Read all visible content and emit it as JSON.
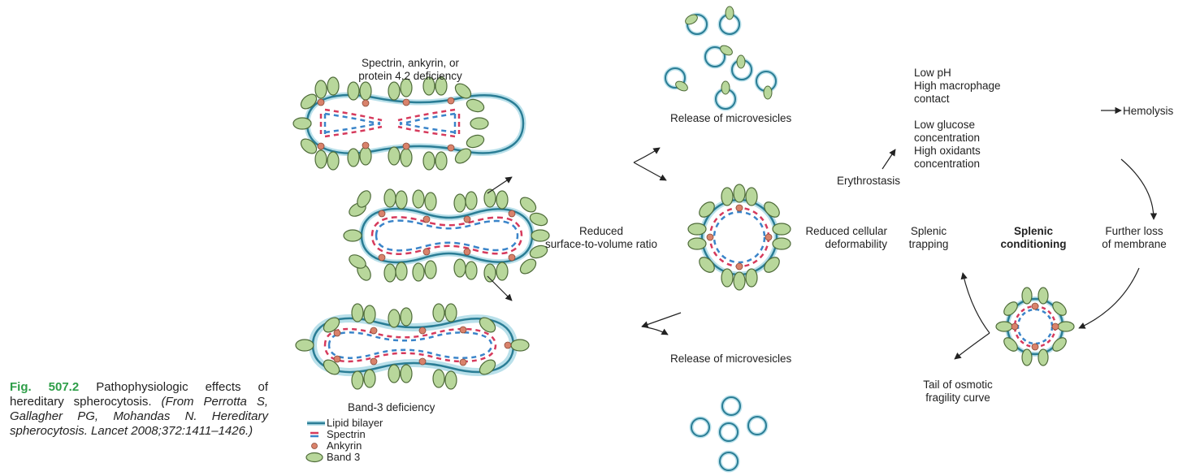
{
  "caption": {
    "figure_number": "Fig. 507.2",
    "text": "Pathophysiologic effects of hereditary spherocytosis.",
    "citation": "(From Perrotta S, Gallagher PG, Mohandas N. Hereditary spherocytosis. Lancet 2008;372:1411–1426.)"
  },
  "labels": {
    "spectrin_deficiency_1": "Spectrin, ankyrin, or",
    "spectrin_deficiency_2": "protein 4.2 deficiency",
    "release_top": "Release of microvesicles",
    "release_bottom": "Release of microvesicles",
    "reduced_ratio_1": "Reduced",
    "reduced_ratio_2": "surface-to-volume ratio",
    "reduced_deform_1": "Reduced cellular",
    "reduced_deform_2": "deformability",
    "band3_deficiency": "Band-3 deficiency",
    "low_ph": "Low pH",
    "macrophage_1": "High macrophage",
    "macrophage_2": "contact",
    "low_glucose_1": "Low glucose",
    "low_glucose_2": "concentration",
    "oxidants_1": "High oxidants",
    "oxidants_2": "concentration",
    "hemolysis": "Hemolysis",
    "erythrostasis": "Erythrostasis",
    "splenic_trapping_1": "Splenic",
    "splenic_trapping_2": "trapping",
    "splenic_conditioning_1": "Splenic",
    "splenic_conditioning_2": "conditioning",
    "further_loss_1": "Further loss",
    "further_loss_2": "of membrane",
    "tail_1": "Tail of osmotic",
    "tail_2": "fragility curve"
  },
  "legend": {
    "items": [
      {
        "label": "Lipid bilayer",
        "symbol": "line"
      },
      {
        "label": "Spectrin",
        "symbol": "dashes"
      },
      {
        "label": "Ankyrin",
        "symbol": "dot"
      },
      {
        "label": "Band 3",
        "symbol": "ellipse"
      }
    ]
  },
  "colors": {
    "membrane": "#2a7d95",
    "membrane_glow": "#b9e0ea",
    "spectrin_red": "#d63a5c",
    "spectrin_blue": "#3a84c9",
    "ankyrin": "#d9826b",
    "band3_fill": "#b8d79b",
    "band3_stroke": "#4e6b39",
    "caption_green": "#2e9e48",
    "arrow": "#222222"
  }
}
